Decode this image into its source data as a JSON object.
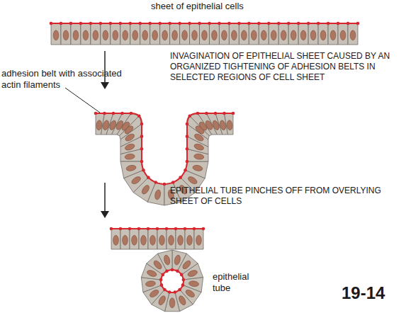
{
  "diagram": {
    "labels": [
      "sheet of epithelial cells",
      "adhesion belt with associated actin filaments",
      "INVAGINATION OF EPITHELIAL SHEET CAUSED BY AN ORGANIZED TIGHTENING OF ADHESION BELTS IN SELECTED REGIONS OF CELL SHEET",
      "EPITHELIAL TUBE PINCHES OFF FROM OVERLYING SHEET OF CELLS",
      "epithelial tube",
      "19-14"
    ]
  }
}
